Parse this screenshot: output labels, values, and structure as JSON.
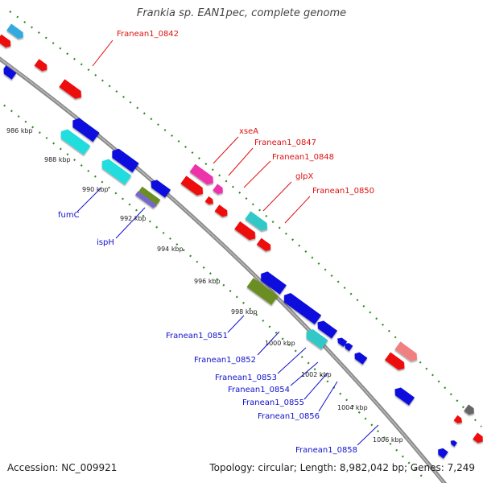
{
  "title": "Frankia sp. EAN1pec, complete genome",
  "footer": {
    "accession": "Accession: NC_009921",
    "summary": "Topology: circular; Length: 8,982,042 bp; Genes: 7,249"
  },
  "ruler_labels": [
    "986 kbp",
    "988 kbp",
    "990 kbp",
    "992 kbp",
    "994 kbp",
    "996 kbp",
    "998 kbp",
    "1000 kbp",
    "1002 kbp",
    "1004 kbp",
    "1006 kbp"
  ],
  "forward_gene_labels": [
    "Franean1_0842",
    "xseA",
    "Franean1_0847",
    "Franean1_0848",
    "glpX",
    "Franean1_0850"
  ],
  "reverse_gene_labels": [
    "fumC",
    "ispH",
    "Franean1_0851",
    "Franean1_0852",
    "Franean1_0853",
    "Franean1_0854",
    "Franean1_0855",
    "Franean1_0856",
    "Franean1_0858"
  ],
  "colors": {
    "backbone": "#888888",
    "tick": "#2e8b22",
    "red": "#ee1111",
    "blue": "#1111dd",
    "cyan": "#22dddd",
    "teal": "#33c8c8",
    "magenta": "#ee33aa",
    "olive": "#6b8e23",
    "purple": "#7766cc",
    "pink": "#f08080",
    "gray": "#666666",
    "sky": "#33aadd"
  }
}
